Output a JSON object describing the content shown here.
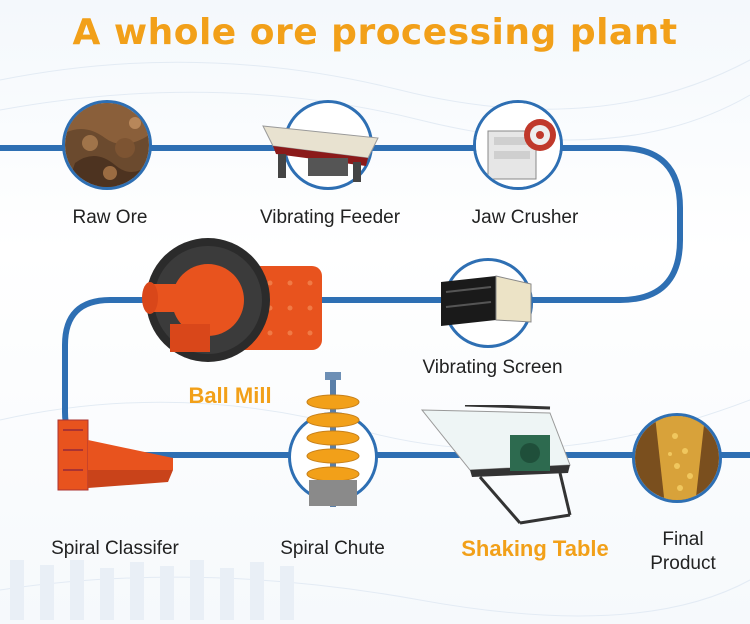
{
  "title": "A whole ore processing plant",
  "colors": {
    "accent": "#f2a019",
    "flow_line": "#2e6fb3",
    "machine_orange": "#e8531e"
  },
  "steps": [
    {
      "label": "Raw Ore",
      "icon": "raw-ore-icon"
    },
    {
      "label": "Vibrating Feeder",
      "icon": "vibrating-feeder-icon"
    },
    {
      "label": "Jaw Crusher",
      "icon": "jaw-crusher-icon"
    },
    {
      "label": "Vibrating Screen",
      "icon": "vibrating-screen-icon"
    },
    {
      "label": "Ball Mill",
      "icon": "ball-mill-icon",
      "highlight": true
    },
    {
      "label": "Spiral Classifer",
      "icon": "spiral-classifier-icon"
    },
    {
      "label": "Spiral Chute",
      "icon": "spiral-chute-icon"
    },
    {
      "label": "Shaking Table",
      "icon": "shaking-table-icon",
      "highlight": true
    },
    {
      "label": "Final Product",
      "icon": "final-product-icon"
    }
  ]
}
